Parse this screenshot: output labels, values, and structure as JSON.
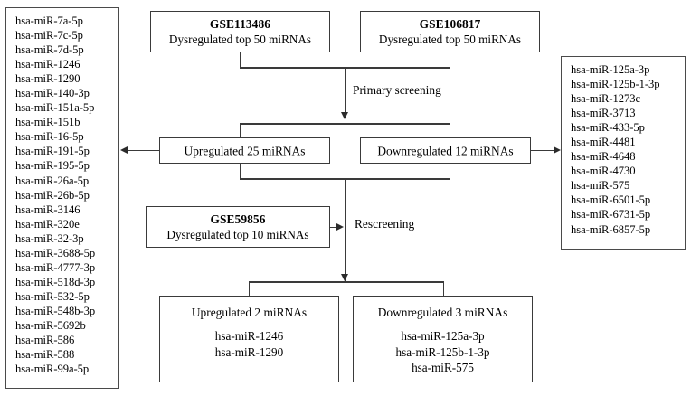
{
  "diagram": {
    "title": "miRNA dysregulation screening flowchart",
    "accent_color": "#3a3a3a",
    "background": "#ffffff"
  },
  "datasets": {
    "top_left": {
      "id": "GSE113486",
      "caption": "Dysregulated top 50 miRNAs"
    },
    "top_right": {
      "id": "GSE106817",
      "caption": "Dysregulated top 50 miRNAs"
    },
    "rescreen": {
      "id": "GSE59856",
      "caption": "Dysregulated top 10 miRNAs"
    }
  },
  "edges": {
    "primary_screening_label": "Primary screening",
    "rescreening_label": "Rescreening"
  },
  "stage1": {
    "upregulated_label": "Upregulated 25 miRNAs",
    "downregulated_label": "Downregulated 12 miRNAs"
  },
  "stage2": {
    "upregulated": {
      "header": "Upregulated 2 miRNAs",
      "items": [
        "hsa-miR-1246",
        "hsa-miR-1290"
      ]
    },
    "downregulated": {
      "header": "Downregulated 3 miRNAs",
      "items": [
        "hsa-miR-125a-3p",
        "hsa-miR-125b-1-3p",
        "hsa-miR-575"
      ]
    }
  },
  "upregulated_list": {
    "items": [
      "hsa-miR-7a-5p",
      "hsa-miR-7c-5p",
      "hsa-miR-7d-5p",
      "hsa-miR-1246",
      "hsa-miR-1290",
      "hsa-miR-140-3p",
      "hsa-miR-151a-5p",
      "hsa-miR-151b",
      "hsa-miR-16-5p",
      "hsa-miR-191-5p",
      "hsa-miR-195-5p",
      "hsa-miR-26a-5p",
      "hsa-miR-26b-5p",
      "hsa-miR-3146",
      "hsa-miR-320e",
      "hsa-miR-32-3p",
      "hsa-miR-3688-5p",
      "hsa-miR-4777-3p",
      "hsa-miR-518d-3p",
      "hsa-miR-532-5p",
      "hsa-miR-548b-3p",
      "hsa-miR-5692b",
      "hsa-miR-586",
      "hsa-miR-588",
      "hsa-miR-99a-5p"
    ]
  },
  "downregulated_list": {
    "items": [
      "hsa-miR-125a-3p",
      "hsa-miR-125b-1-3p",
      "hsa-miR-1273c",
      "hsa-miR-3713",
      "hsa-miR-433-5p",
      "hsa-miR-4481",
      "hsa-miR-4648",
      "hsa-miR-4730",
      "hsa-miR-575",
      "hsa-miR-6501-5p",
      "hsa-miR-6731-5p",
      "hsa-miR-6857-5p"
    ]
  }
}
